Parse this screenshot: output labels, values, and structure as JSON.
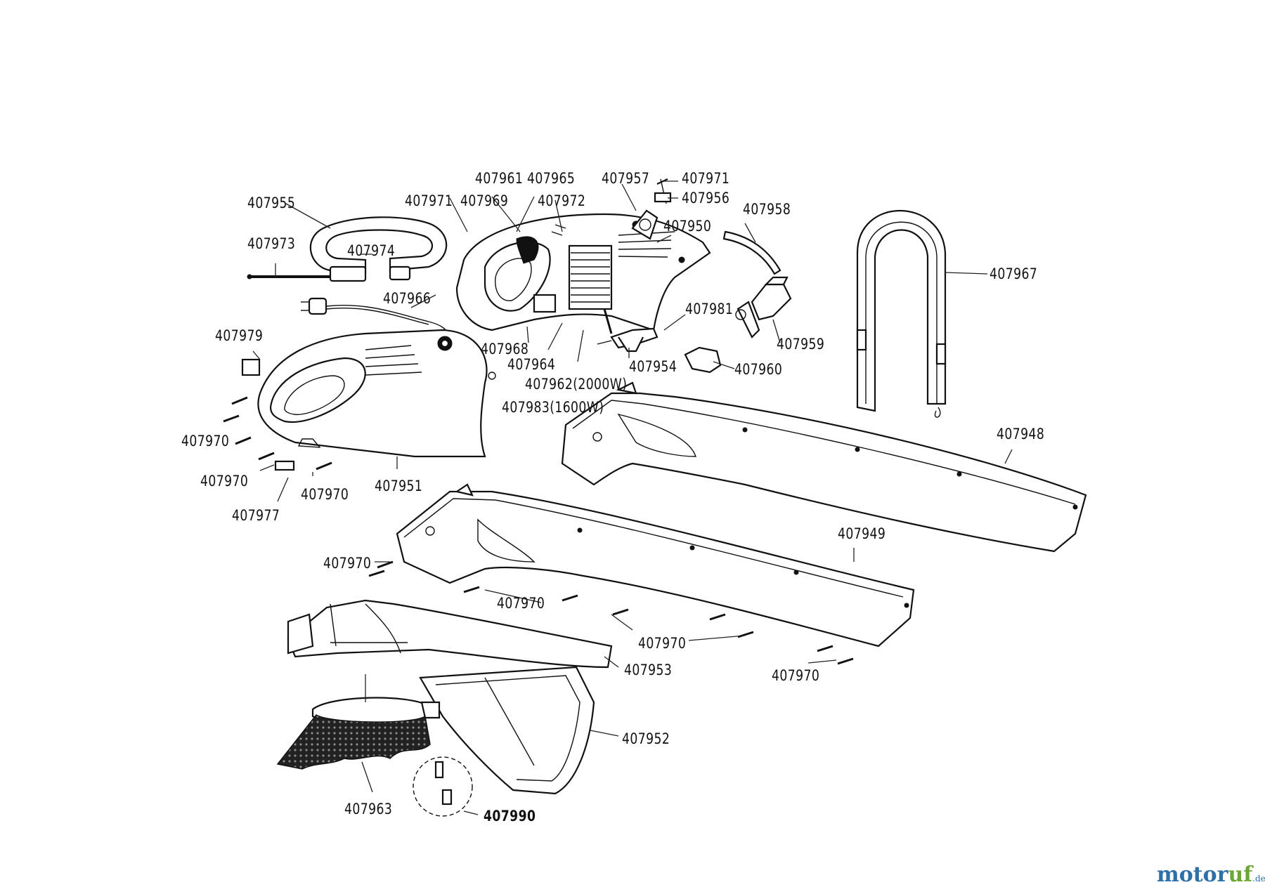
{
  "diagram": {
    "labels": [
      {
        "id": "p407961",
        "text": "407961"
      },
      {
        "id": "p407965",
        "text": "407965"
      },
      {
        "id": "p407957",
        "text": "407957"
      },
      {
        "id": "p407971a",
        "text": "407971"
      },
      {
        "id": "p407956",
        "text": "407956"
      },
      {
        "id": "p407955",
        "text": "407955"
      },
      {
        "id": "p407971b",
        "text": "407971"
      },
      {
        "id": "p407969",
        "text": "407969"
      },
      {
        "id": "p407972",
        "text": "407972"
      },
      {
        "id": "p407958",
        "text": "407958"
      },
      {
        "id": "p407950",
        "text": "407950"
      },
      {
        "id": "p407973",
        "text": "407973"
      },
      {
        "id": "p407974",
        "text": "407974"
      },
      {
        "id": "p407967",
        "text": "407967"
      },
      {
        "id": "p407966",
        "text": "407966"
      },
      {
        "id": "p407981",
        "text": "407981"
      },
      {
        "id": "p407979",
        "text": "407979"
      },
      {
        "id": "p407959",
        "text": "407959"
      },
      {
        "id": "p407968",
        "text": "407968"
      },
      {
        "id": "p407964",
        "text": "407964"
      },
      {
        "id": "p407954",
        "text": "407954"
      },
      {
        "id": "p407960",
        "text": "407960"
      },
      {
        "id": "p407962",
        "text": "407962(2000W)"
      },
      {
        "id": "p407983",
        "text": "407983(1600W)"
      },
      {
        "id": "p407970a",
        "text": "407970"
      },
      {
        "id": "p407948",
        "text": "407948"
      },
      {
        "id": "p407970b",
        "text": "407970"
      },
      {
        "id": "p407970c",
        "text": "407970"
      },
      {
        "id": "p407951",
        "text": "407951"
      },
      {
        "id": "p407977",
        "text": "407977"
      },
      {
        "id": "p407949",
        "text": "407949"
      },
      {
        "id": "p407970d",
        "text": "407970"
      },
      {
        "id": "p407970e",
        "text": "407970"
      },
      {
        "id": "p407970f",
        "text": "407970"
      },
      {
        "id": "p407953",
        "text": "407953"
      },
      {
        "id": "p407970g",
        "text": "407970"
      },
      {
        "id": "p407952",
        "text": "407952"
      },
      {
        "id": "p407963",
        "text": "407963"
      },
      {
        "id": "p407990",
        "text": "407990"
      }
    ]
  },
  "watermark": {
    "brand_blue": "motor",
    "brand_green": "uf",
    "tld": ".de",
    "colors": {
      "blue": "#2d6fa8",
      "green": "#6aa832"
    }
  }
}
